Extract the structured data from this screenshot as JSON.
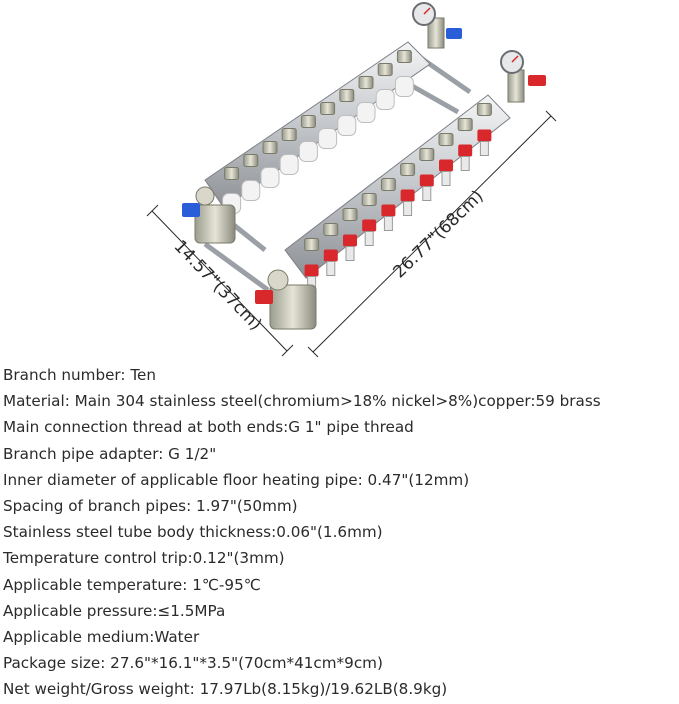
{
  "product_image": {
    "width_label": "14.57\"(37cm)",
    "length_label": "26.77\"(68cm)",
    "supply_port_count": 10,
    "return_port_count": 10,
    "colors": {
      "steel": "#c9ccd0",
      "white_cap": "#f3f3f3",
      "red_valve": "#d8282c",
      "blue_handle": "#2a5ed8",
      "brass": "#c9b27a"
    }
  },
  "specs": [
    "Branch number: Ten",
    "Material: Main 304 stainless steel(chromium>18% nickel>8%)copper:59 brass",
    "Main connection thread at both ends:G 1\" pipe thread",
    "Branch pipe adapter: G 1/2\"",
    "Inner diameter of applicable floor heating pipe: 0.47\"(12mm)",
    "Spacing of branch pipes: 1.97\"(50mm)",
    "Stainless steel tube body thickness:0.06\"(1.6mm)",
    "Temperature control trip:0.12\"(3mm)",
    "Applicable temperature:  1℃-95℃",
    "Applicable pressure:≤1.5MPa",
    "Applicable medium:Water",
    "Package size:  27.6\"*16.1\"*3.5\"(70cm*41cm*9cm)",
    "Net weight/Gross weight:  17.97Lb(8.15kg)/19.62LB(8.9kg)"
  ]
}
